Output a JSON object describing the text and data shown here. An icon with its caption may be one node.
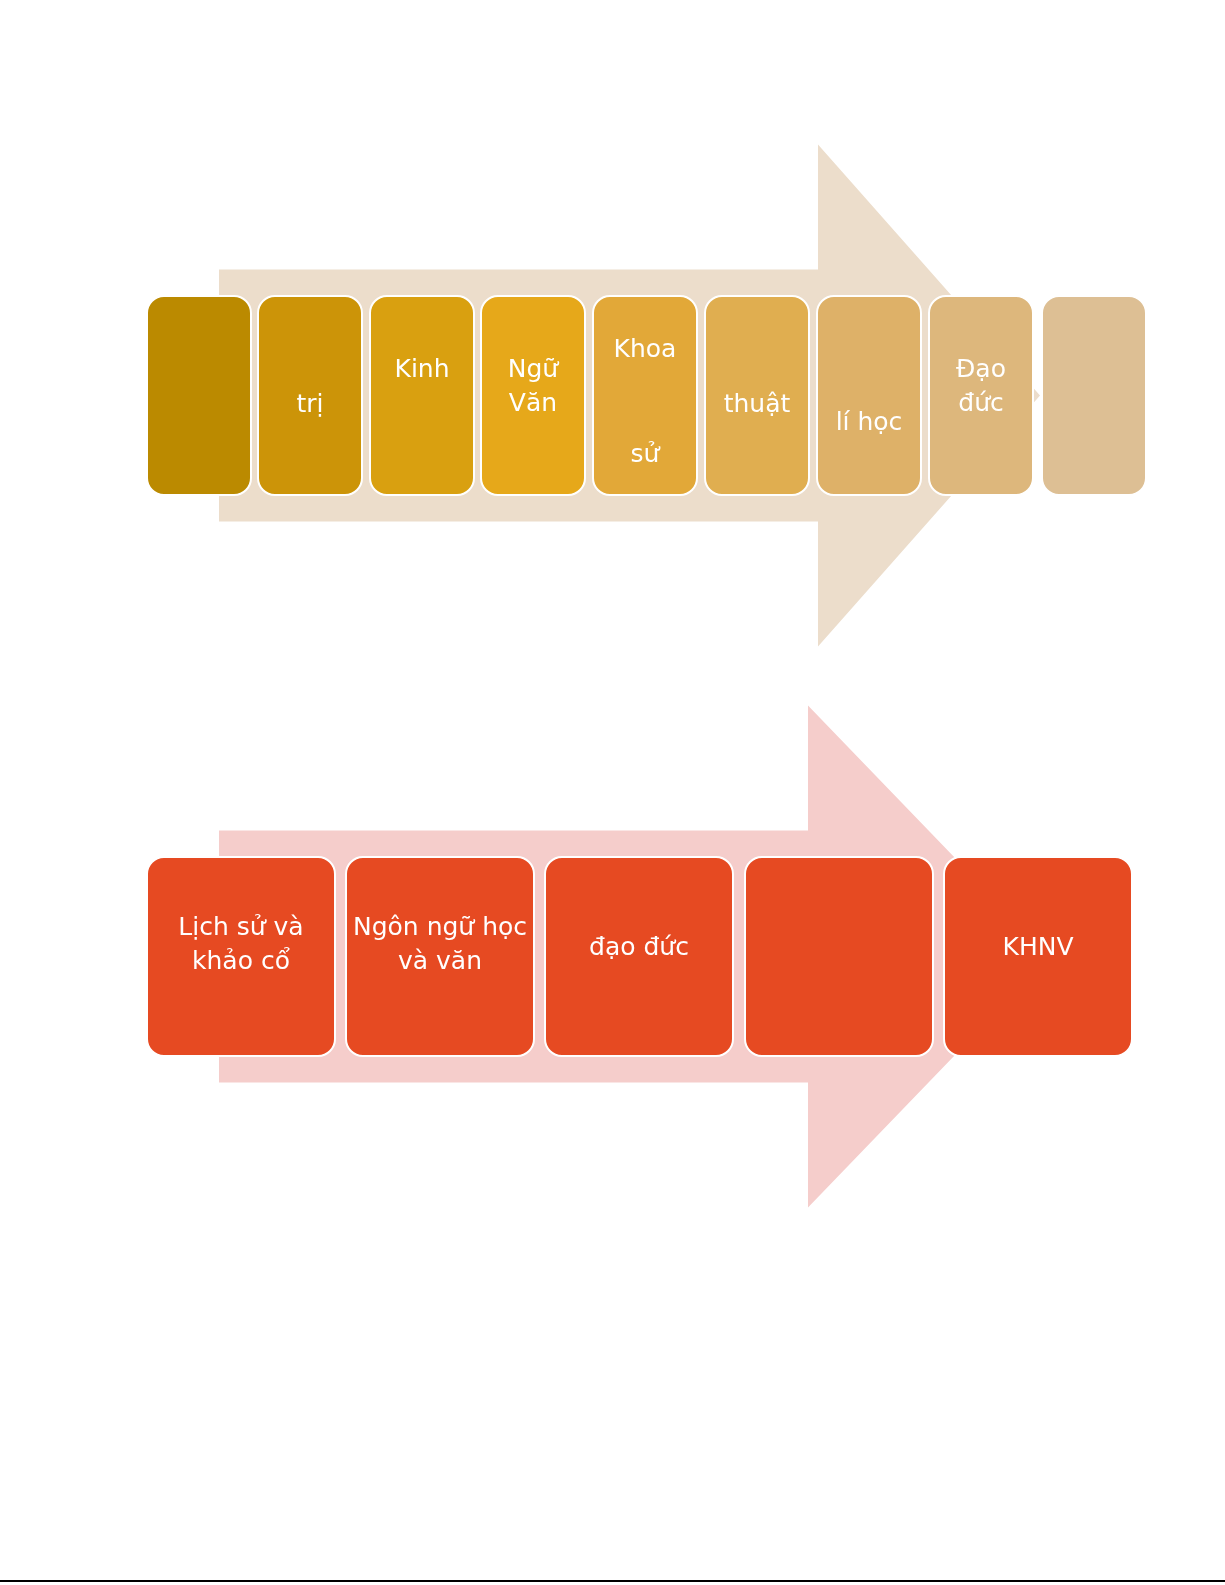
{
  "diagram": {
    "nodes": [
      {
        "text": [],
        "shape": "box"
      },
      {
        "text": [
          "trị"
        ]
      },
      {
        "text": [
          "Kinh"
        ]
      },
      {
        "text": [
          "Ngữ Văn"
        ]
      },
      {
        "text": [
          "Khoa",
          "sử"
        ]
      },
      {
        "text": [
          "thuật"
        ]
      },
      {
        "text": [
          "lí học"
        ]
      },
      {
        "text": [
          "Đạo đức"
        ]
      },
      {
        "text": [],
        "shape": "box"
      },
      {
        "text": [
          "Lịch sử và khảo cổ"
        ]
      },
      {
        "text": [
          "Ngôn ngữ học và văn"
        ]
      },
      {
        "text": [
          "đạo đức"
        ]
      },
      {
        "text": [],
        "shape": "box"
      },
      {
        "text": [
          "KHNV"
        ]
      }
    ],
    "edges": [
      {
        "from": 0,
        "to": 8,
        "arrow": "to"
      },
      {
        "from": 9,
        "to": 13,
        "arrow": "to"
      }
    ]
  }
}
